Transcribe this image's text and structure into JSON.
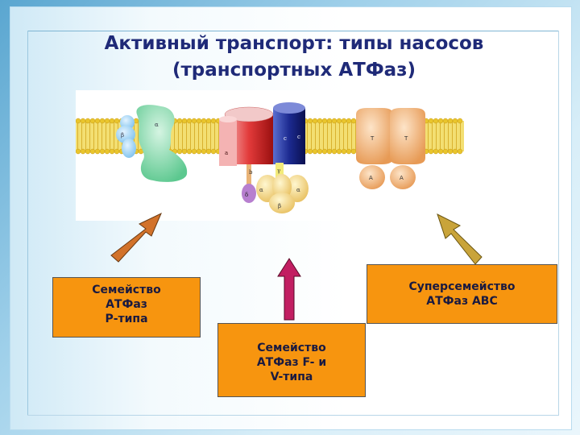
{
  "slide": {
    "title_line1": "Активный транспорт: типы насосов",
    "title_line2": "(транспортных АТФаз)"
  },
  "diagram": {
    "labels": {
      "beta": "β",
      "alpha_p": "α",
      "a": "a",
      "b": "b",
      "c1": "c",
      "c2": "c",
      "gamma": "γ",
      "delta": "δ",
      "alpha_f1": "α",
      "alpha_f2": "α",
      "beta_f": "β",
      "t1": "T",
      "t2": "T",
      "a1": "A",
      "a2": "A"
    }
  },
  "boxes": {
    "p_type": [
      "Семейство",
      "АТФаз",
      "Р-типа"
    ],
    "f_v_type": [
      "Семейство",
      "АТФаз F- и",
      "V-типа"
    ],
    "abc": [
      "Суперсемейство",
      "АТФаз АВС"
    ]
  },
  "colors": {
    "box_fill": "#f7950f",
    "title": "#1f2a78",
    "arrow_left": "#d2722a",
    "arrow_middle": "#c21f62",
    "arrow_right": "#c9a43a"
  }
}
